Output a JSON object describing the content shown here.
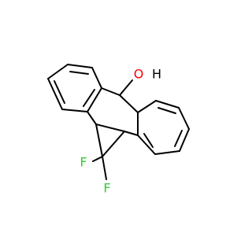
{
  "structure": {
    "atoms": {
      "oxygen": "O",
      "hydrogen": "H",
      "fluorine_left": "F",
      "fluorine_right": "F"
    },
    "colors": {
      "bond": "#000000",
      "oxygen": "#ff0000",
      "fluorine": "#33cc33",
      "background": "#ffffff"
    }
  }
}
